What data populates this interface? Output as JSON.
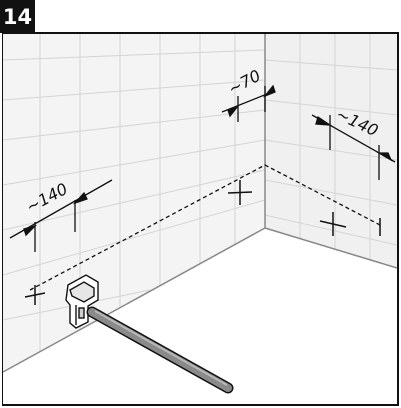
{
  "step": {
    "number": "14"
  },
  "dimensions": {
    "left": "~140",
    "middle": "~70",
    "right": "~140"
  },
  "icons": {
    "step_badge": "step-number-badge",
    "wall_bracket": "wall-bracket-icon",
    "rod": "rod-icon"
  }
}
